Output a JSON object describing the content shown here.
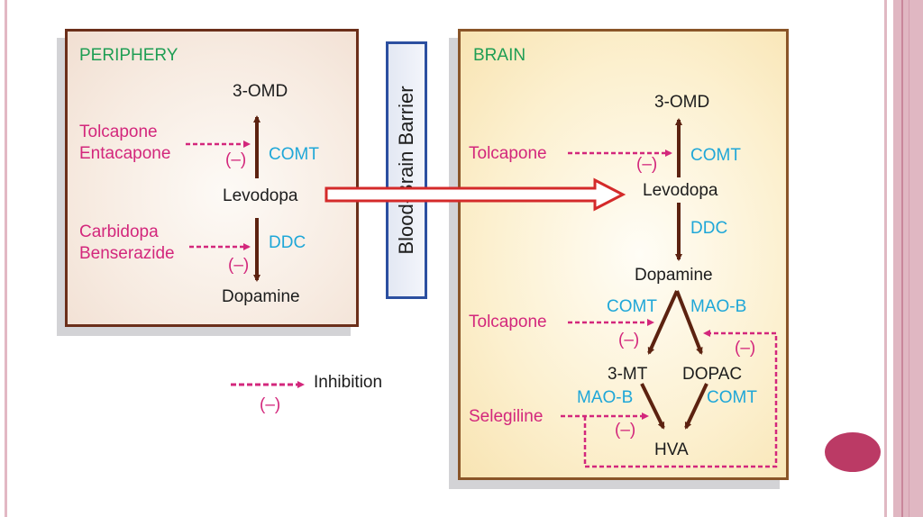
{
  "colors": {
    "inhibitor": "#d3277c",
    "enzyme": "#1fa7d8",
    "region_title": "#1f9e54",
    "metabolite": "#1c1c1c",
    "pathway_arrow": "#5c2210",
    "transport_arrow": "#d42a2a",
    "barrier_border": "#2b4fa0",
    "nav_dot": "#bb3a65"
  },
  "periphery": {
    "title": "PERIPHERY",
    "metabolites": {
      "top": "3-OMD",
      "middle": "Levodopa",
      "bottom": "Dopamine"
    },
    "enzymes": {
      "upper": "COMT",
      "lower": "DDC"
    },
    "inhibitors_upper": [
      "Tolcapone",
      "Entacapone"
    ],
    "inhibitors_lower": [
      "Carbidopa",
      "Benserazide"
    ],
    "inhibition_mark": "(–)"
  },
  "barrier": {
    "label": "Blood-Brain Barrier"
  },
  "brain": {
    "title": "BRAIN",
    "metabolites": {
      "top": "3-OMD",
      "levodopa": "Levodopa",
      "dopamine": "Dopamine",
      "left_mid": "3-MT",
      "right_mid": "DOPAC",
      "bottom": "HVA"
    },
    "enzymes": {
      "levodopa_up": "COMT",
      "levodopa_down": "DDC",
      "dopamine_left": "COMT",
      "dopamine_right": "MAO-B",
      "threemt_down": "MAO-B",
      "dopac_down": "COMT"
    },
    "inhibitors": {
      "upper": "Tolcapone",
      "middle": "Tolcapone",
      "lower": "Selegiline"
    },
    "inhibition_mark": "(–)"
  },
  "legend": {
    "label": "Inhibition",
    "mark": "(–)"
  }
}
